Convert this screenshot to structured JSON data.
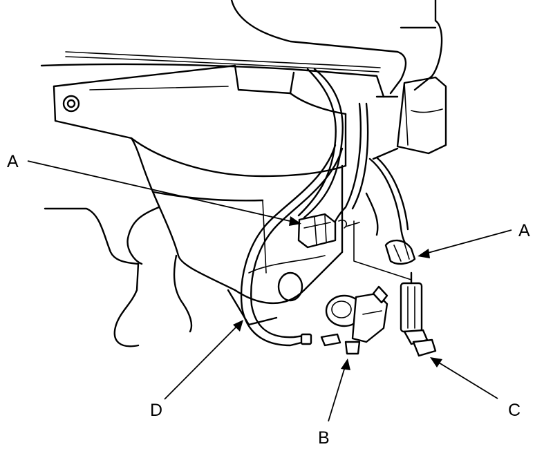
{
  "callouts": {
    "a_left": "A",
    "a_right": "A",
    "b": "B",
    "c": "C",
    "d": "D"
  },
  "colors": {
    "ink": "#000000",
    "paper": "#ffffff"
  }
}
